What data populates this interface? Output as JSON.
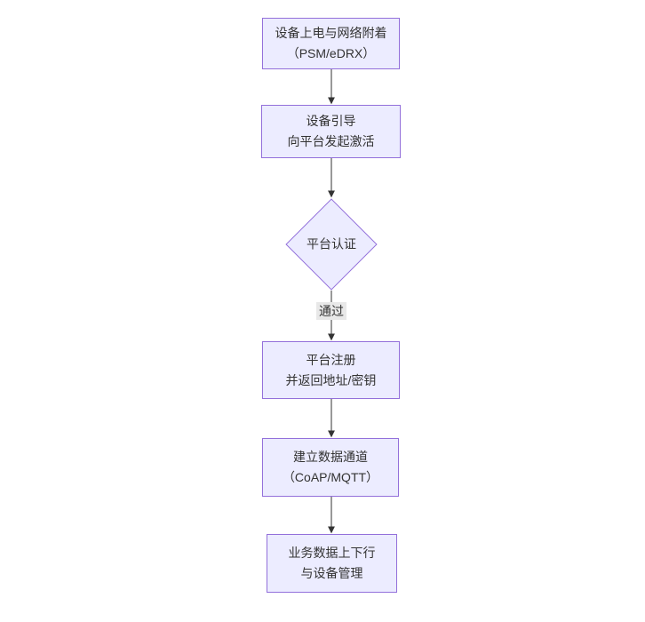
{
  "diagram": {
    "type": "flowchart",
    "direction": "top-down",
    "nodes": [
      {
        "id": "power",
        "shape": "rect",
        "label": "设备上电与网络附着\n（PSM/eDRX）"
      },
      {
        "id": "bootstrap",
        "shape": "rect",
        "label": "设备引导\n向平台发起激活"
      },
      {
        "id": "auth",
        "shape": "diamond",
        "label": "平台认证"
      },
      {
        "id": "register",
        "shape": "rect",
        "label": "平台注册\n并返回地址/密钥"
      },
      {
        "id": "channel",
        "shape": "rect",
        "label": "建立数据通道\n（CoAP/MQTT）"
      },
      {
        "id": "business",
        "shape": "rect",
        "label": "业务数据上下行\n与设备管理"
      }
    ],
    "edges": [
      {
        "from": "power",
        "to": "bootstrap",
        "label": ""
      },
      {
        "from": "bootstrap",
        "to": "auth",
        "label": ""
      },
      {
        "from": "auth",
        "to": "register",
        "label": "通过"
      },
      {
        "from": "register",
        "to": "channel",
        "label": ""
      },
      {
        "from": "channel",
        "to": "business",
        "label": ""
      }
    ],
    "colors": {
      "background": "#ffffff",
      "node_fill": "#ECECFF",
      "node_border": "#9370DB",
      "text": "#333333",
      "edge_line": "#333333",
      "edge_label_bg": "#e8e8e8"
    }
  }
}
